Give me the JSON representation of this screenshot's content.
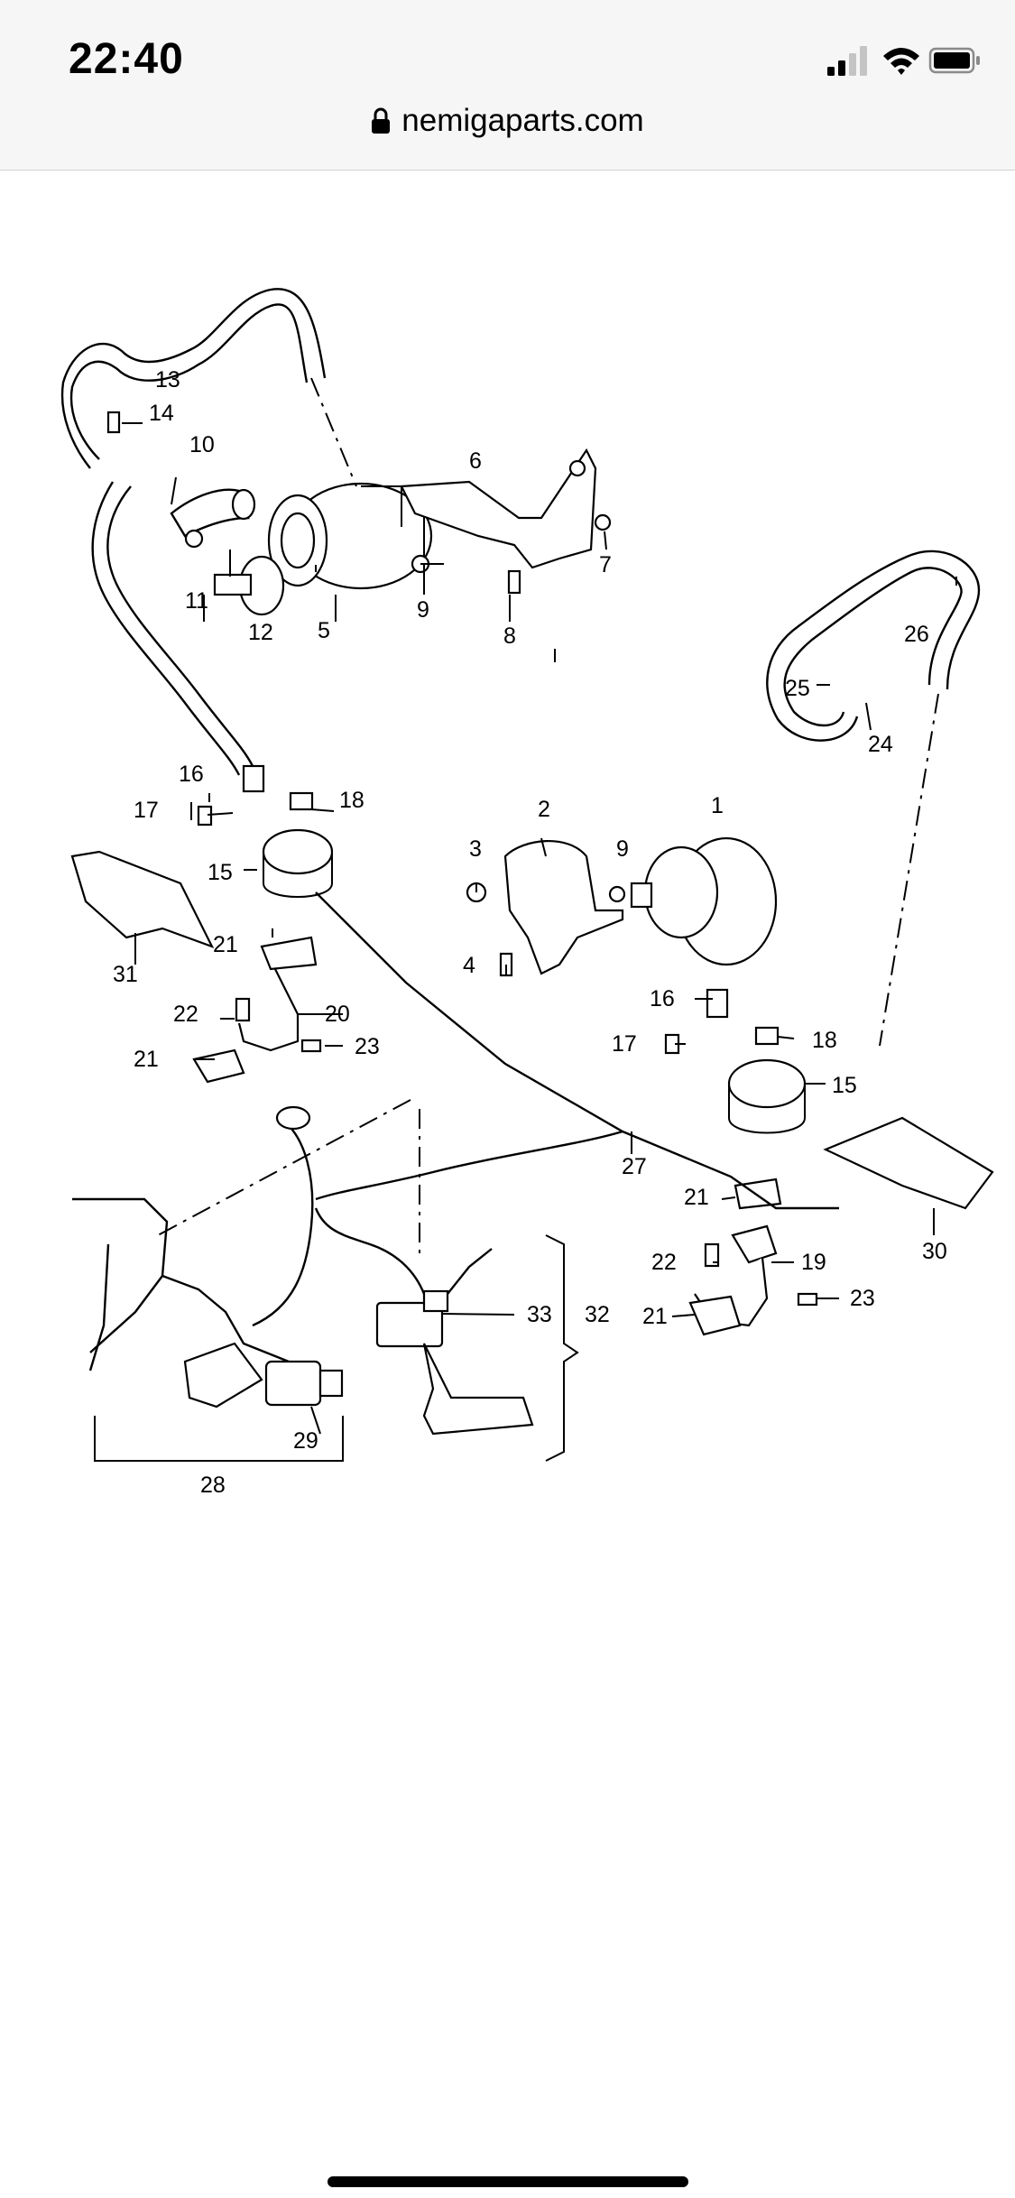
{
  "status_bar": {
    "time": "22:40",
    "icons": [
      "cellular-signal-icon",
      "wifi-icon",
      "battery-icon"
    ]
  },
  "browser": {
    "url": "nemigaparts.com",
    "lock_icon": "lock-icon"
  },
  "diagram": {
    "part_numbers": [
      "1",
      "2",
      "3",
      "4",
      "5",
      "6",
      "7",
      "8",
      "9",
      "10",
      "11",
      "12",
      "13",
      "14",
      "15",
      "16",
      "17",
      "18",
      "19",
      "20",
      "21",
      "22",
      "23",
      "24",
      "25",
      "26",
      "27",
      "28",
      "29",
      "30",
      "31",
      "32",
      "33"
    ],
    "callouts": [
      {
        "id": "c13",
        "text": "13"
      },
      {
        "id": "c14",
        "text": "14"
      },
      {
        "id": "c10",
        "text": "10"
      },
      {
        "id": "c6",
        "text": "6"
      },
      {
        "id": "c11",
        "text": "11"
      },
      {
        "id": "c12",
        "text": "12"
      },
      {
        "id": "c5",
        "text": "5"
      },
      {
        "id": "c9a",
        "text": "9"
      },
      {
        "id": "c8",
        "text": "8"
      },
      {
        "id": "c7",
        "text": "7"
      },
      {
        "id": "c26",
        "text": "26"
      },
      {
        "id": "c25",
        "text": "25"
      },
      {
        "id": "c24",
        "text": "24"
      },
      {
        "id": "c16a",
        "text": "16"
      },
      {
        "id": "c17a",
        "text": "17"
      },
      {
        "id": "c18a",
        "text": "18"
      },
      {
        "id": "c15a",
        "text": "15"
      },
      {
        "id": "c31",
        "text": "31"
      },
      {
        "id": "c2",
        "text": "2"
      },
      {
        "id": "c1",
        "text": "1"
      },
      {
        "id": "c3",
        "text": "3"
      },
      {
        "id": "c9b",
        "text": "9"
      },
      {
        "id": "c4",
        "text": "4"
      },
      {
        "id": "c21a",
        "text": "21"
      },
      {
        "id": "c22a",
        "text": "22"
      },
      {
        "id": "c20",
        "text": "20"
      },
      {
        "id": "c21b",
        "text": "21"
      },
      {
        "id": "c23a",
        "text": "23"
      },
      {
        "id": "c16b",
        "text": "16"
      },
      {
        "id": "c17b",
        "text": "17"
      },
      {
        "id": "c18b",
        "text": "18"
      },
      {
        "id": "c15b",
        "text": "15"
      },
      {
        "id": "c27",
        "text": "27"
      },
      {
        "id": "c21c",
        "text": "21"
      },
      {
        "id": "c30",
        "text": "30"
      },
      {
        "id": "c22b",
        "text": "22"
      },
      {
        "id": "c19",
        "text": "19"
      },
      {
        "id": "c21d",
        "text": "21"
      },
      {
        "id": "c23b",
        "text": "23"
      },
      {
        "id": "c33",
        "text": "33"
      },
      {
        "id": "c32",
        "text": "32"
      },
      {
        "id": "c29",
        "text": "29"
      },
      {
        "id": "c28",
        "text": "28"
      }
    ]
  }
}
